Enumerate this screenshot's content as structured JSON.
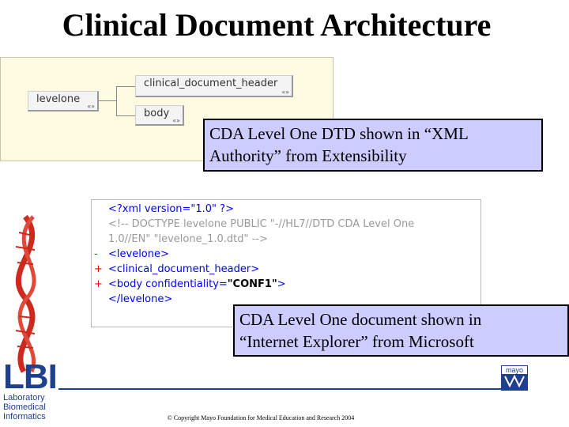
{
  "title": "Clinical Document Architecture",
  "xml_authority": {
    "nodes": {
      "root": "levelone",
      "header": "clinical_document_header",
      "body": "body"
    },
    "expand_marker": "«»"
  },
  "callout1": {
    "line1": "CDA Level One DTD shown in “XML",
    "line2": "Authority” from Extensibility"
  },
  "ie_document": {
    "lines": [
      {
        "marker": "",
        "text": "<?xml version=\"1.0\" ?>"
      },
      {
        "marker": "",
        "text": "<!--  DOCTYPE levelone PUBLIC \"-//HL7//DTD CDA Level One"
      },
      {
        "marker": "",
        "text": "1.0//EN\" \"levelone_1.0.dtd\"   -->"
      },
      {
        "marker": "-",
        "text": "<levelone>"
      },
      {
        "marker": "+",
        "text": "<clinical_document_header>"
      },
      {
        "marker": "+",
        "text_pre": "<body confidentiality=",
        "text_value": "\"CONF1\"",
        "text_post": ">"
      },
      {
        "marker": "",
        "text": "</levelone>"
      }
    ]
  },
  "callout2": {
    "line1": "CDA Level One document shown in",
    "line2": "“Internet Explorer” from Microsoft"
  },
  "logo": {
    "name": "LBI",
    "subtitle": [
      "Laboratory",
      "Biomedical",
      "Informatics"
    ]
  },
  "mayo_logo": "mayo",
  "copyright": "© Copyright Mayo Foundation for Medical Education and Research 2004",
  "colors": {
    "callout_bg": "#ccccff",
    "logo_blue": "#1f3f8f",
    "dna_red": "#cc2a1e"
  }
}
